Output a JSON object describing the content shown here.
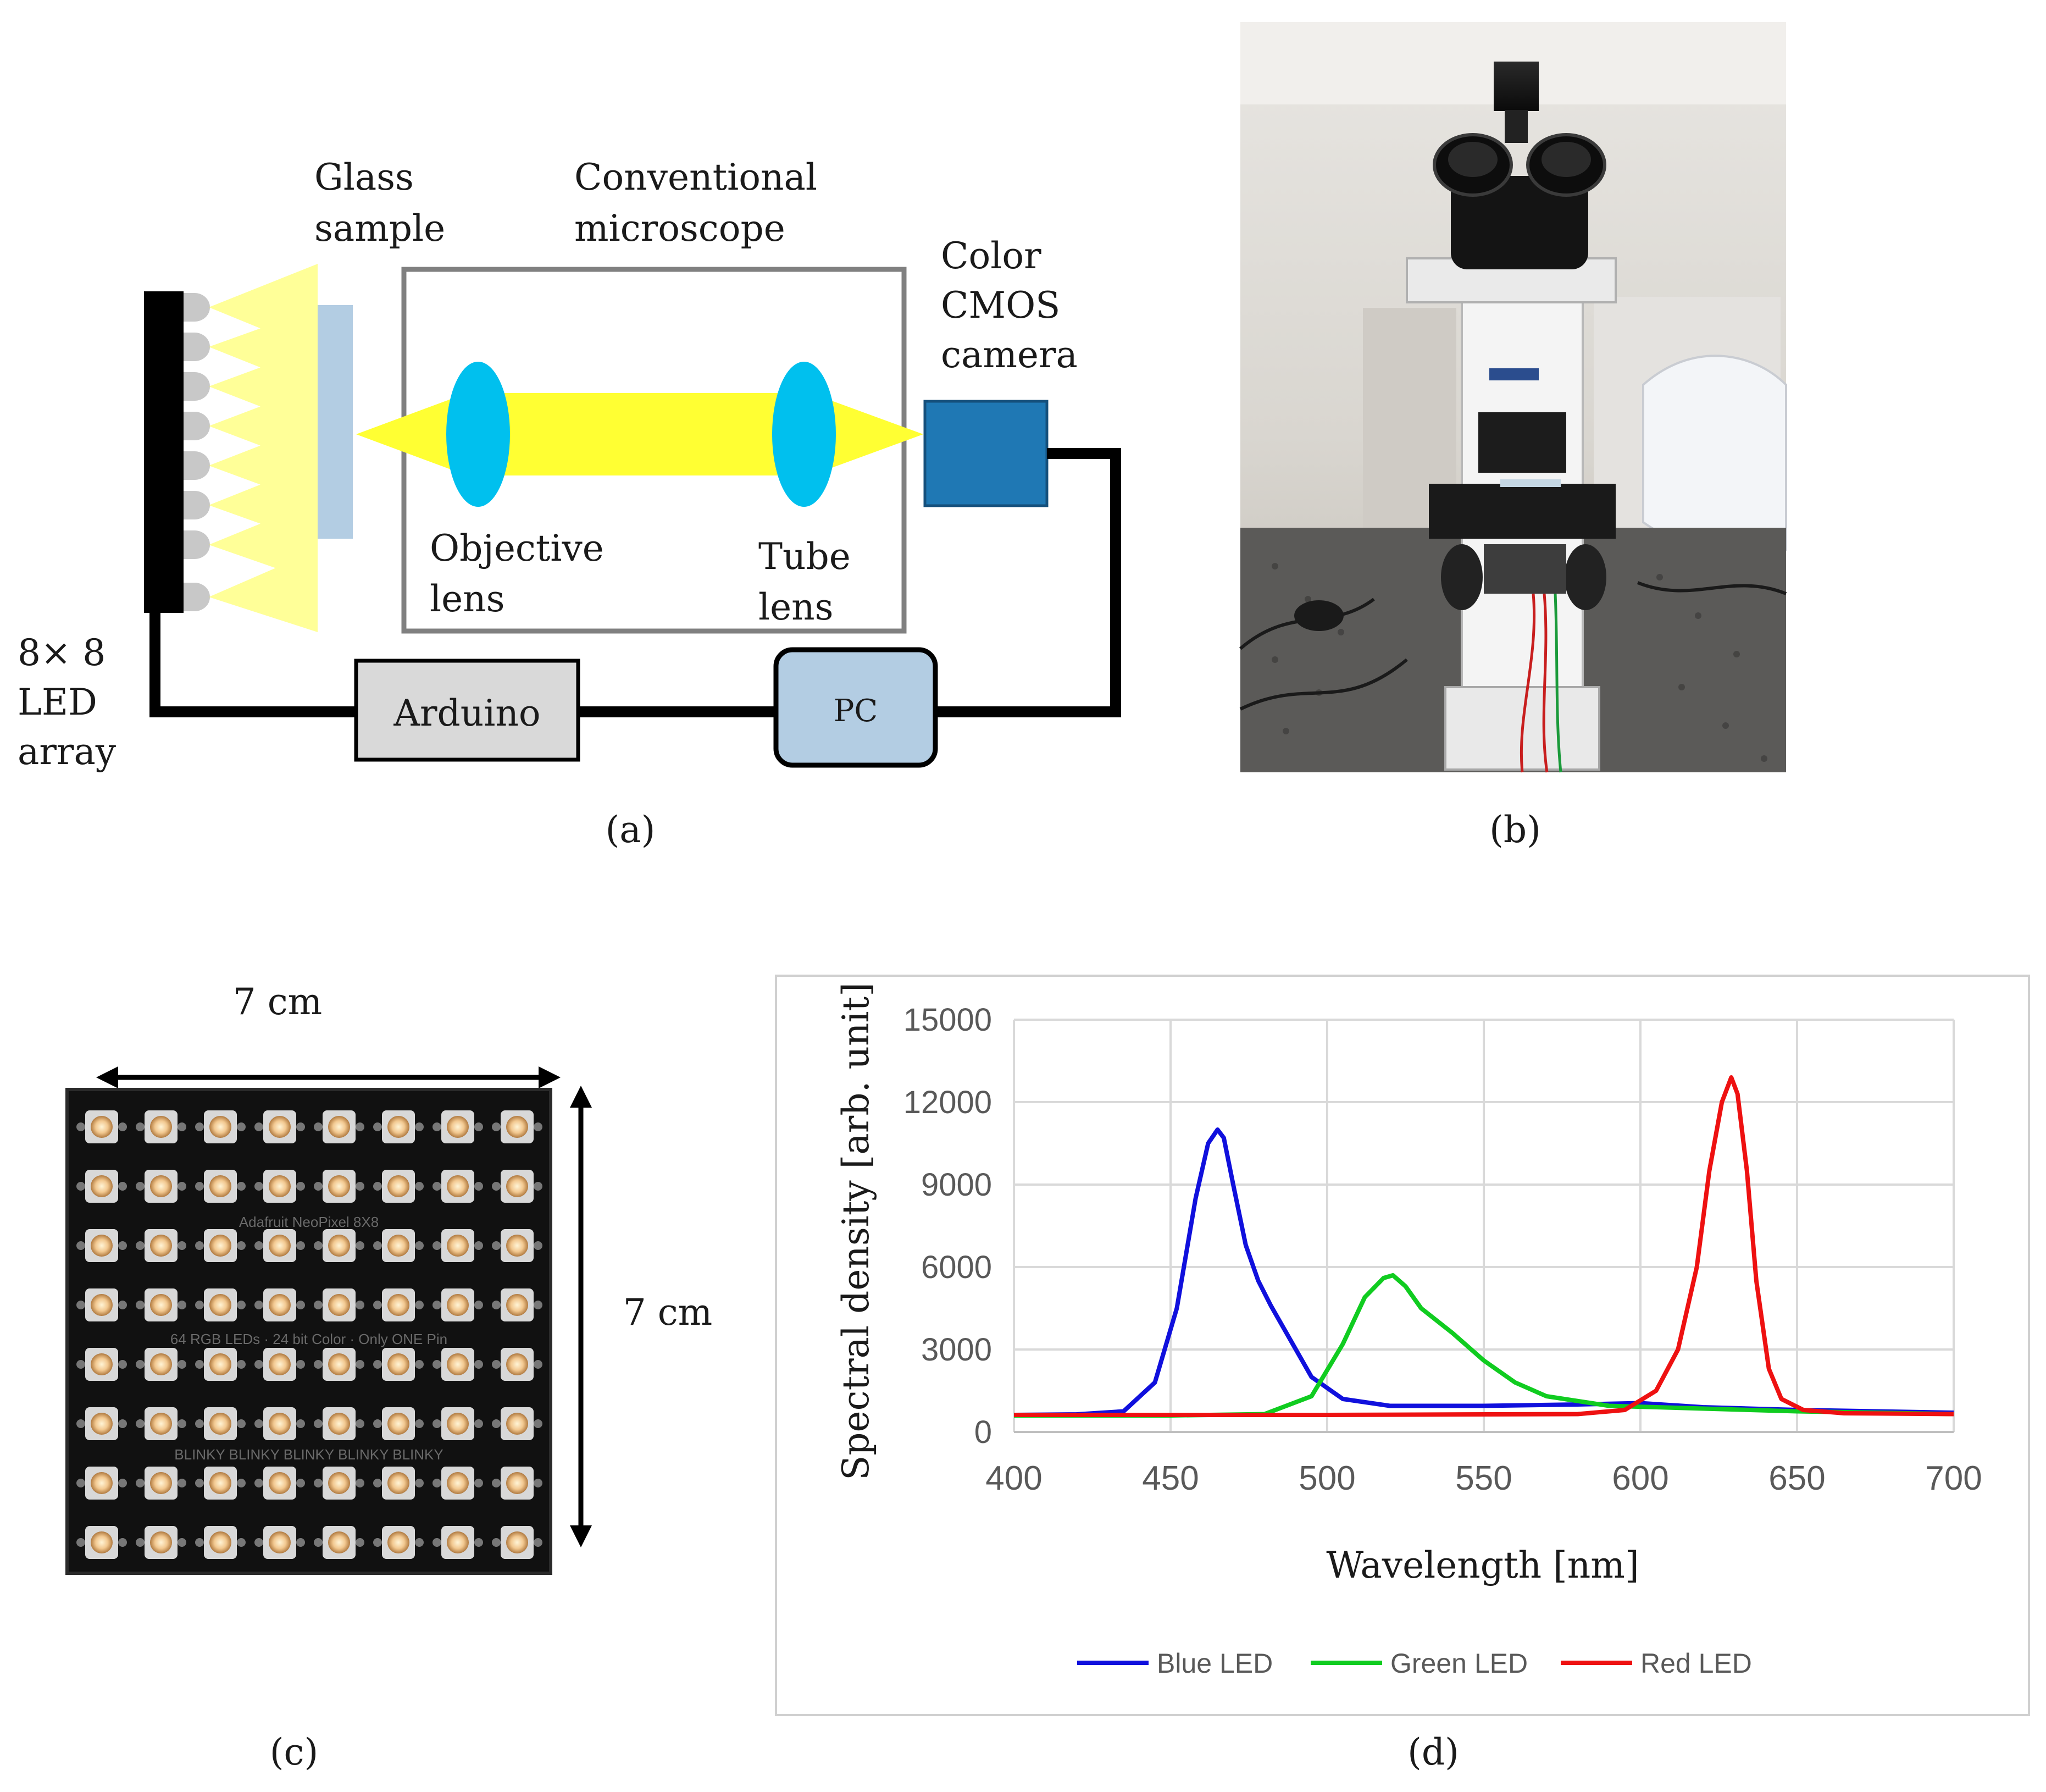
{
  "panel_a": {
    "labels": {
      "glass_sample_1": "Glass",
      "glass_sample_2": "sample",
      "microscope_1": "Conventional",
      "microscope_2": "microscope",
      "camera_1": "Color",
      "camera_2": "CMOS",
      "camera_3": "camera",
      "objective_1": "Objective",
      "objective_2": "lens",
      "tube_1": "Tube",
      "tube_2": "lens",
      "led_array_1": "8× 8",
      "led_array_2": "LED",
      "led_array_3": "array",
      "arduino": "Arduino",
      "pc": "PC"
    },
    "caption": "(a)"
  },
  "panel_b": {
    "caption": "(b)"
  },
  "panel_c": {
    "width_label": "7 cm",
    "height_label": "7 cm",
    "board_text_1": "Adafruit NeoPixel 8X8",
    "board_text_2": "64 RGB LEDs · 24 bit Color · Only ONE Pin",
    "board_text_3": "BLINKY BLINKY BLINKY BLINKY BLINKY",
    "caption": "(c)"
  },
  "panel_d": {
    "caption": "(d)",
    "chart_data": {
      "type": "line",
      "title": "",
      "xlabel": "Wavelength  [nm]",
      "ylabel": "Spectral  density  [arb.  unit]",
      "xlim": [
        400,
        700
      ],
      "ylim": [
        0,
        15000
      ],
      "xticks": [
        "400",
        "450",
        "500",
        "550",
        "600",
        "650",
        "700"
      ],
      "yticks": [
        "0",
        "3000",
        "6000",
        "9000",
        "12000",
        "15000"
      ],
      "grid": true,
      "legend_position": "bottom",
      "series": [
        {
          "name": "Blue LED",
          "color": "#1010dd",
          "x": [
            400,
            420,
            435,
            445,
            452,
            458,
            462,
            465,
            467,
            470,
            474,
            478,
            482,
            488,
            495,
            505,
            520,
            550,
            580,
            600,
            620,
            650,
            700
          ],
          "y": [
            620,
            640,
            750,
            1800,
            4500,
            8500,
            10500,
            11000,
            10700,
            9000,
            6800,
            5500,
            4600,
            3400,
            2000,
            1200,
            950,
            950,
            1000,
            1050,
            900,
            800,
            700
          ]
        },
        {
          "name": "Green LED",
          "color": "#10cc20",
          "x": [
            400,
            450,
            480,
            495,
            505,
            512,
            518,
            521,
            525,
            530,
            540,
            550,
            560,
            570,
            590,
            620,
            650,
            700
          ],
          "y": [
            600,
            600,
            650,
            1300,
            3200,
            4900,
            5600,
            5700,
            5300,
            4500,
            3600,
            2600,
            1800,
            1300,
            950,
            850,
            750,
            650
          ]
        },
        {
          "name": "Red LED",
          "color": "#ee1111",
          "x": [
            400,
            500,
            580,
            595,
            605,
            612,
            618,
            622,
            626,
            629,
            631,
            634,
            637,
            641,
            645,
            652,
            665,
            700
          ],
          "y": [
            620,
            620,
            650,
            800,
            1500,
            3000,
            6000,
            9500,
            12000,
            12900,
            12300,
            9500,
            5500,
            2300,
            1200,
            800,
            680,
            650
          ]
        }
      ]
    }
  }
}
